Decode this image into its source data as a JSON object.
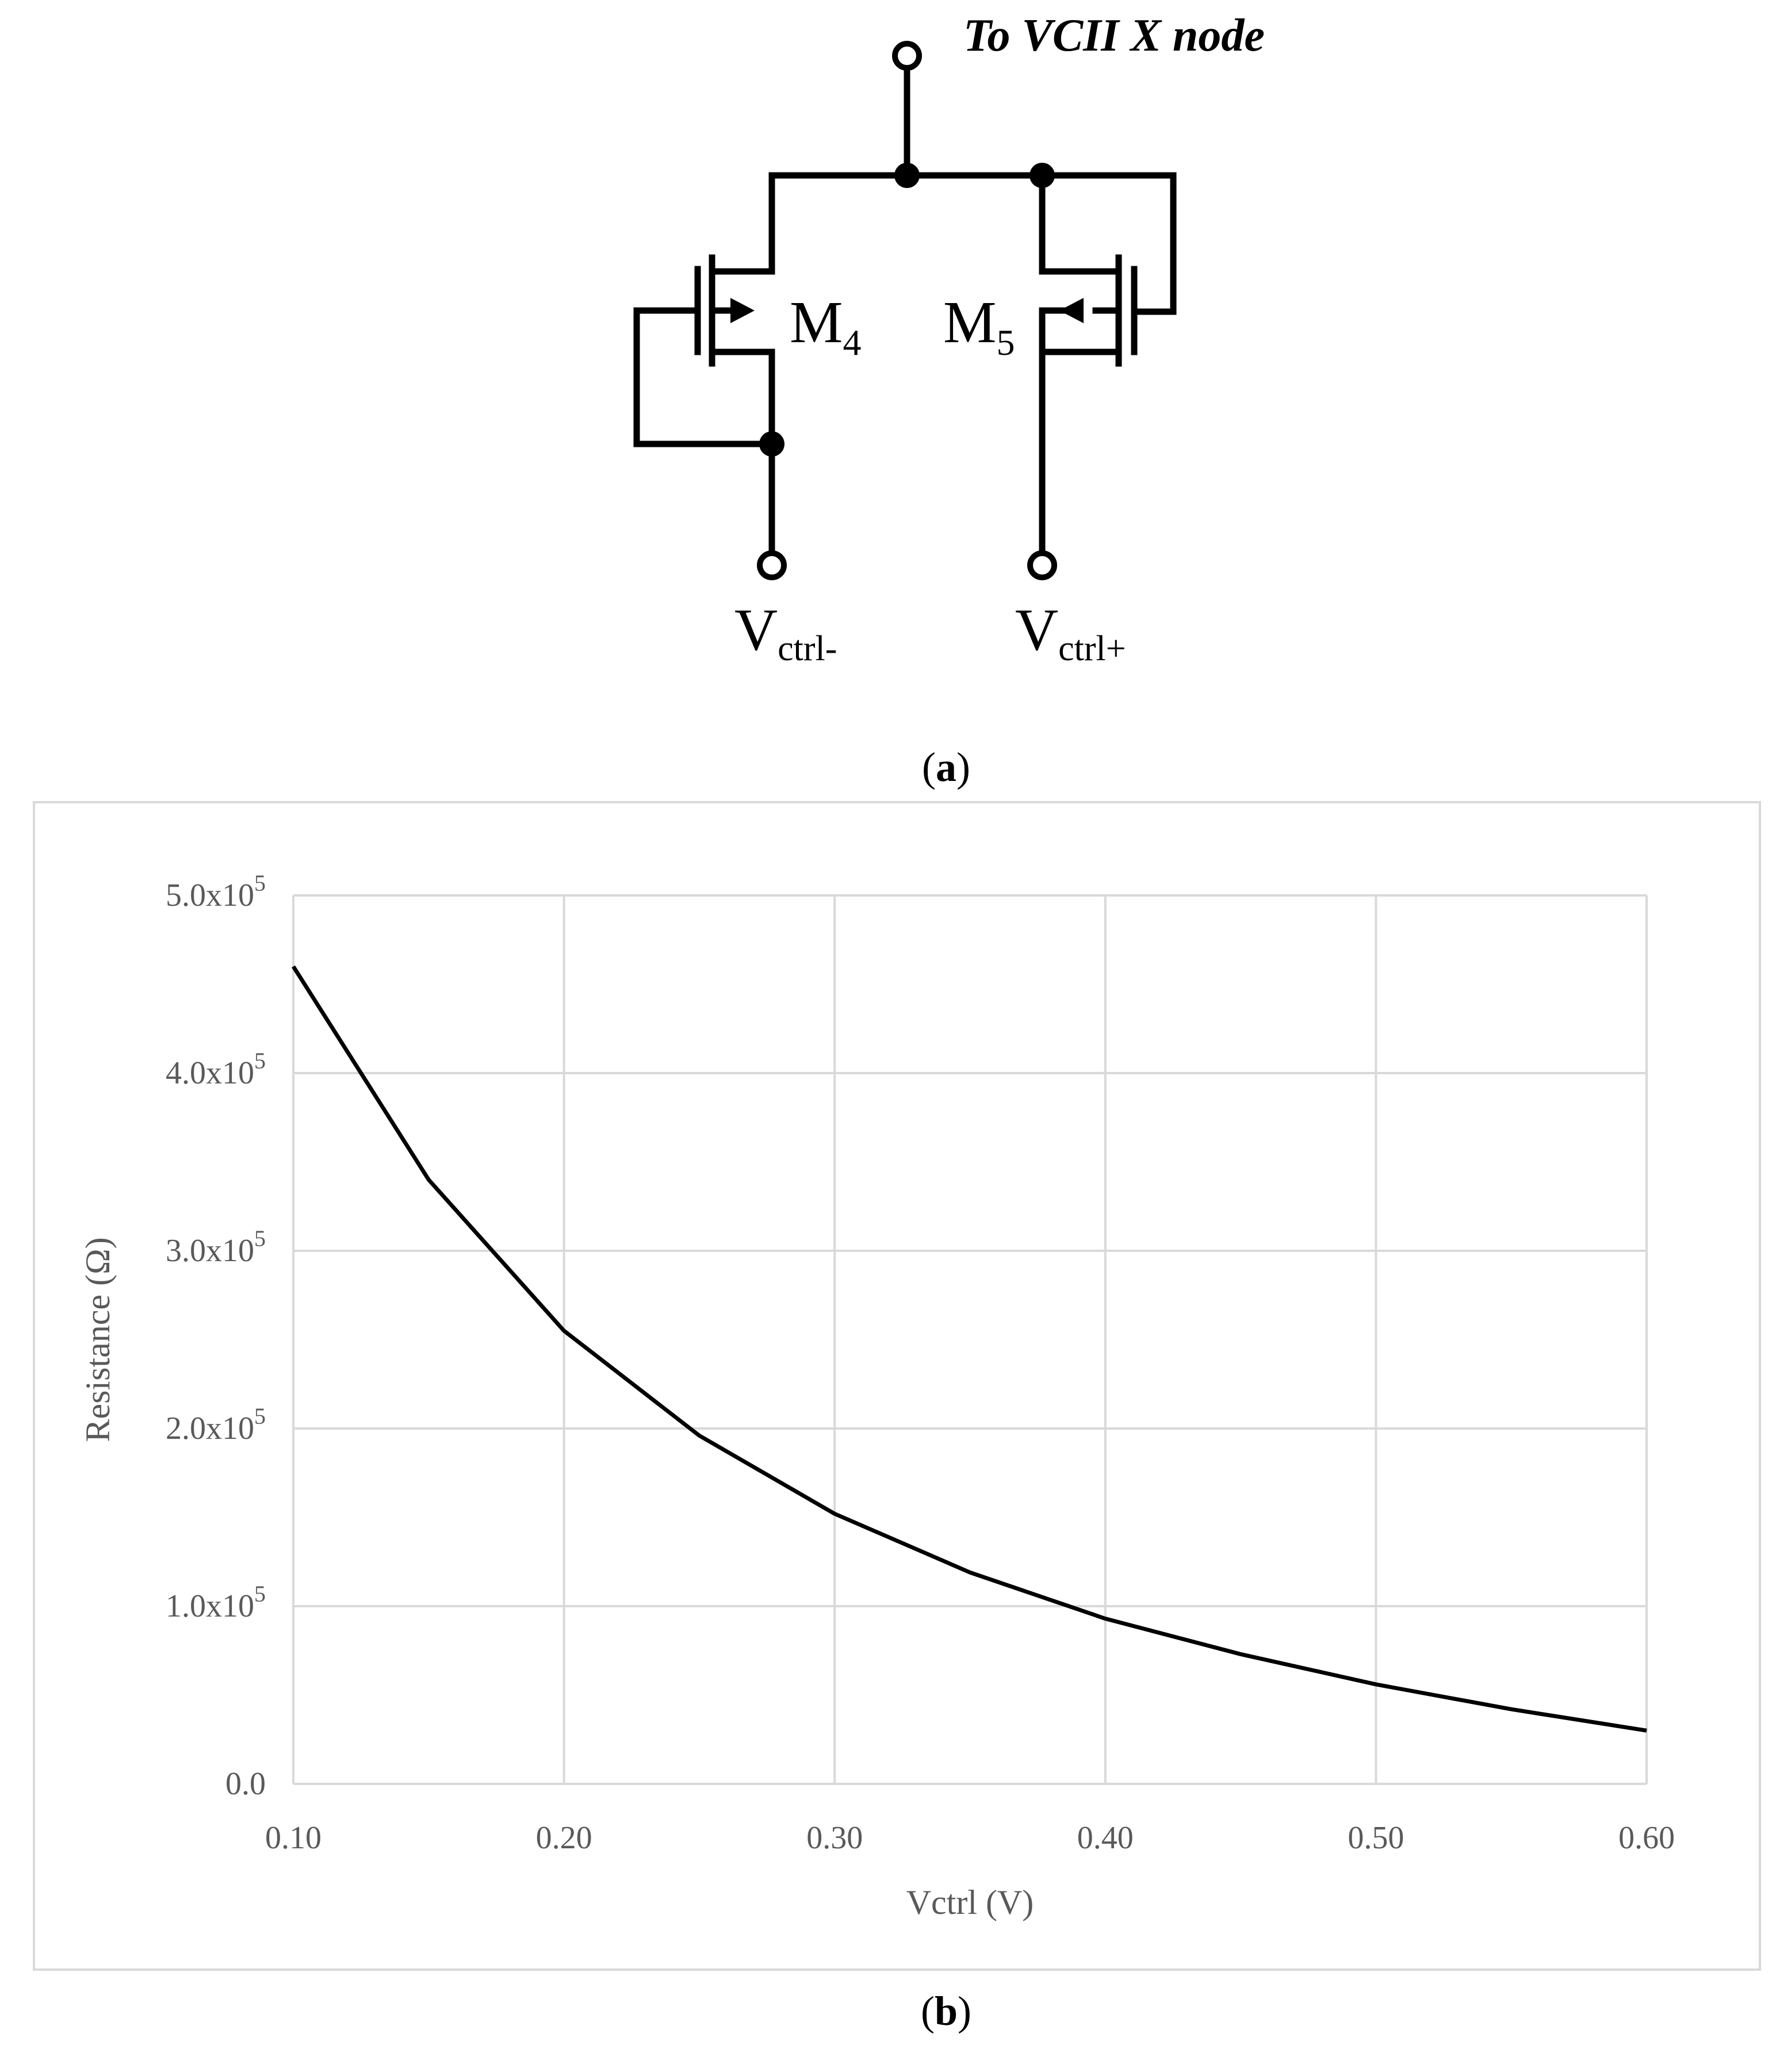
{
  "figure_a": {
    "node_label": "To VCII X node",
    "devices": [
      {
        "name": "M",
        "sub": "4"
      },
      {
        "name": "M",
        "sub": "5"
      }
    ],
    "pins": [
      {
        "name": "V",
        "sub": "ctrl-"
      },
      {
        "name": "V",
        "sub": "ctrl+"
      }
    ],
    "caption": "a"
  },
  "figure_b": {
    "caption": "b"
  },
  "chart_data": {
    "type": "line",
    "title": "",
    "xlabel": "Vctrl (V)",
    "ylabel": "Resistance (Ω)",
    "xlim": [
      0.1,
      0.6
    ],
    "ylim": [
      0,
      500000
    ],
    "x_ticks": [
      "0.10",
      "0.20",
      "0.30",
      "0.40",
      "0.50",
      "0.60"
    ],
    "y_ticks": [
      {
        "mant": "0.0",
        "exp": ""
      },
      {
        "mant": "1.0x10",
        "exp": "5"
      },
      {
        "mant": "2.0x10",
        "exp": "5"
      },
      {
        "mant": "3.0x10",
        "exp": "5"
      },
      {
        "mant": "4.0x10",
        "exp": "5"
      },
      {
        "mant": "5.0x10",
        "exp": "5"
      }
    ],
    "grid": true,
    "line_color": "#000000",
    "grid_color": "#d9d9d9",
    "series": [
      {
        "x": [
          0.1,
          0.15,
          0.2,
          0.25,
          0.3,
          0.35,
          0.4,
          0.45,
          0.5,
          0.55,
          0.6
        ],
        "y": [
          460000,
          340000,
          255000,
          196000,
          152000,
          119000,
          93000,
          73000,
          56000,
          42000,
          30000
        ]
      }
    ]
  }
}
